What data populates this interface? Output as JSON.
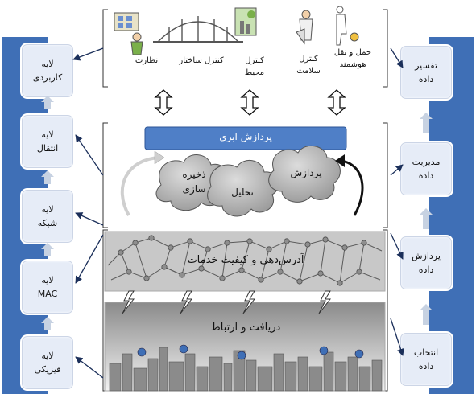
{
  "left_layers": [
    {
      "line1": "لایه",
      "line2": "کاربردی"
    },
    {
      "line1": "لایه",
      "line2": "انتقال"
    },
    {
      "line1": "لایه",
      "line2": "شبکه"
    },
    {
      "line1": "لایه",
      "line2": "MAC"
    },
    {
      "line1": "لایه",
      "line2": "فیزیکی"
    }
  ],
  "right_steps": [
    {
      "line1": "تفسیر",
      "line2": "داده"
    },
    {
      "line1": "مدیریت",
      "line2": "داده"
    },
    {
      "line1": "پردازش",
      "line2": "داده"
    },
    {
      "line1": "انتخاب",
      "line2": "داده"
    }
  ],
  "applications": {
    "monitoring": "نظارت",
    "structure": "کنترل ساختار",
    "environment_1": "کنترل",
    "environment_2": "محیط",
    "health_1": "کنترل",
    "health_2": "سلامت",
    "transport_1": "حمل و نقل",
    "transport_2": "هوشمند"
  },
  "cloud_bar": "پردازش ابری",
  "clouds": {
    "storage_1": "ذخیره",
    "storage_2": "سازی",
    "analysis": "تحلیل",
    "processing": "پردازش"
  },
  "network_band": "آدرس‌دهی و کیفیت خدمات",
  "sensing_band": "دریافت و ارتباط",
  "colors": {
    "accent": "#3f6fb6",
    "box": "#e6ecf7",
    "bar": "#4f7fc7"
  }
}
